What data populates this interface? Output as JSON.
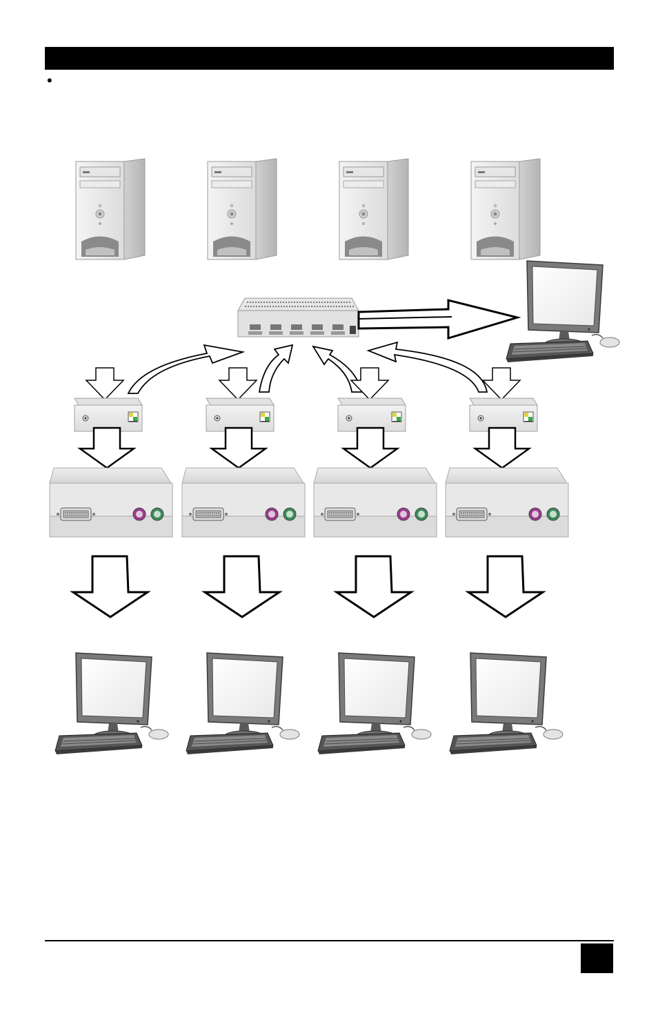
{
  "page": {
    "bullet_glyph": "•"
  },
  "diagram": {
    "computers": [
      {
        "id": "pc-1"
      },
      {
        "id": "pc-2"
      },
      {
        "id": "pc-3"
      },
      {
        "id": "pc-4"
      }
    ],
    "kvm_switch_ports": 5,
    "transmitters": 4,
    "receivers": 4,
    "remote_workstations": 4,
    "local_workstation": 1
  },
  "colors": {
    "device_grey": "#dcdcdc",
    "device_dark": "#a9a9a9",
    "ps2_keyboard": "#9c3a8f",
    "ps2_mouse": "#3d8a5a",
    "led_yellow": "#e8d23a",
    "led_green": "#3aa84a"
  }
}
